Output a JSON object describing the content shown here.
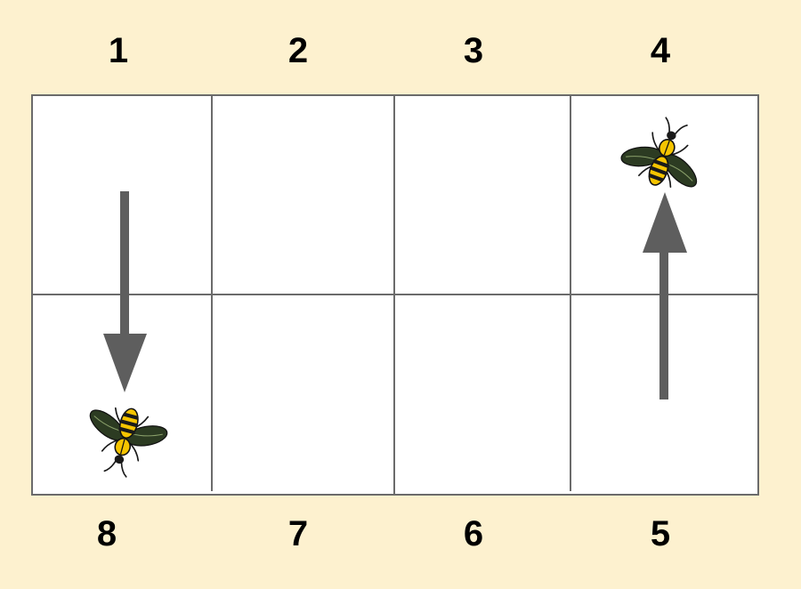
{
  "colors": {
    "background": "#fdf1cf",
    "cell_fill": "#ffffff",
    "grid_line": "#6b6b6b",
    "arrow": "#5e5e5e",
    "bee_stripe": "#f5c400",
    "bee_dark": "#1a1a1a",
    "bee_wing": "#2c3b22"
  },
  "top_labels": [
    "1",
    "2",
    "3",
    "4"
  ],
  "bottom_labels": [
    "8",
    "7",
    "6",
    "5"
  ],
  "icons": {
    "bee": "bee-icon",
    "arrow_down": "arrow-down-icon",
    "arrow_up": "arrow-up-icon"
  }
}
